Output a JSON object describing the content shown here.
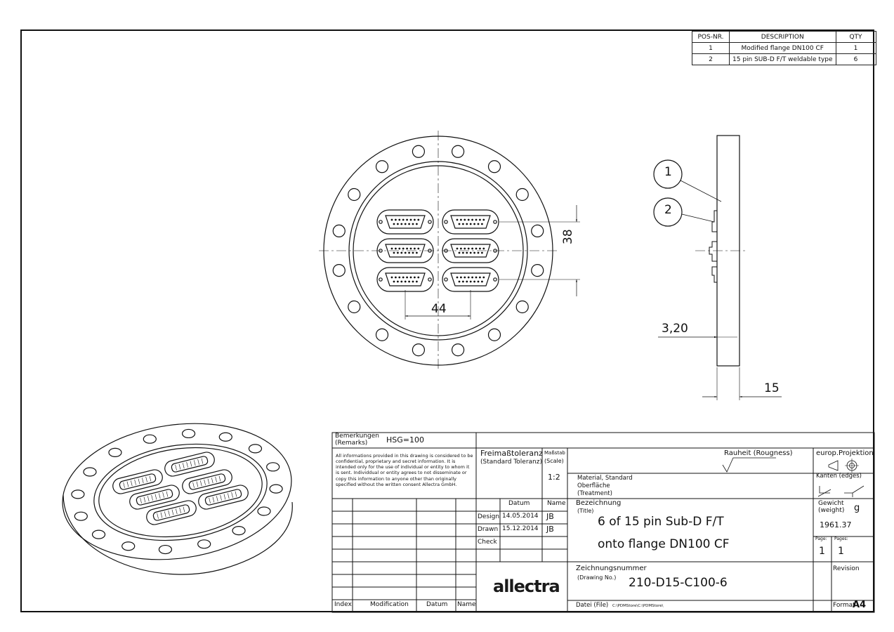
{
  "bom": {
    "headers": [
      "POS-NR.",
      "DESCRIPTION",
      "QTY"
    ],
    "rows": [
      {
        "pos": "1",
        "description": "Modified flange DN100 CF",
        "qty": "1"
      },
      {
        "pos": "2",
        "description": "15 pin SUB-D F/T weldable type",
        "qty": "6"
      }
    ]
  },
  "drawing": {
    "dim_38": "38",
    "dim_44": "44",
    "dim_320": "3,20",
    "dim_15": "15",
    "balloon_1": "1",
    "balloon_2": "2"
  },
  "title_block": {
    "remarks_label": "Bemerkungen",
    "remarks_label_en": "(Remarks)",
    "remarks_value": "HSG=100",
    "confidential_note": "All informations provided in this drawing is considered to be confidential, proprietary and secret information. It is intended only for the use of individual or entity to whom it is sent. Individdual or entity agrees to not disseminate or copy this information to anyone other than originally specified without the written consent Allectra GmbH.",
    "tolerance_label": "Freimaßtoleranz",
    "tolerance_label_en": "(Standard Toleranz)",
    "scale_label": "Maßstab",
    "scale_label_en": "(Scale)",
    "scale_value": "1:2",
    "roughness_label": "Rauheit (Rougness)",
    "projection_label": "europ.Projektion",
    "edges_label": "Kanten (edges)",
    "material_label": "Material, Standard",
    "surface_label": "Oberfläche",
    "treatment_label": "(Treatment)",
    "date_header": "Datum",
    "name_header": "Name",
    "design_label": "Design",
    "design_date": "14.05.2014",
    "design_name": "JB",
    "drawn_label": "Drawn",
    "drawn_date": "15.12.2014",
    "drawn_name": "JB",
    "check_label": "Check",
    "title_label": "Bezeichnung",
    "title_label_en": "(Title)",
    "title_line1": "6 of 15 pin Sub-D F/T",
    "title_line2": "onto flange DN100 CF",
    "weight_label": "Gewicht",
    "weight_label_en": "(weight)",
    "weight_unit": "g",
    "weight_value": "1961.37",
    "page_label": "Page:",
    "pages_label": "Pages:",
    "page_value": "1",
    "pages_value": "1",
    "drawing_no_label": "Zeichnungsnummer",
    "drawing_no_label_en": "(Drawing No.)",
    "drawing_no_value": "210-D15-C100-6",
    "revision_label": "Revision",
    "file_label": "Datei (File)",
    "file_value": "C:\\PDMStore\\C:\\PDMStore\\",
    "format_label": "Format",
    "format_value": "A4",
    "logo_text": "allectra",
    "index_header": "Index",
    "modification_header": "Modification",
    "datum_header": "Datum",
    "name2_header": "Name"
  }
}
